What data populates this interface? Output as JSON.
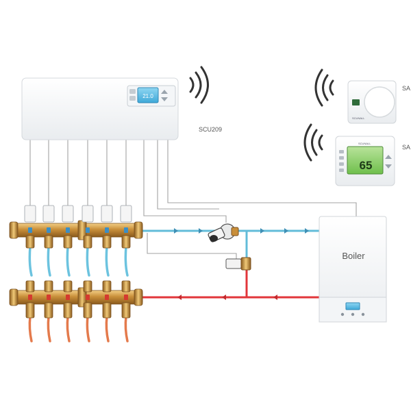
{
  "controller": {
    "label": "SCU209",
    "display_text": "21.0"
  },
  "thermostat_dial": {
    "label": "SA",
    "brand": "SCUNALL"
  },
  "thermostat_digital": {
    "label": "SA",
    "display_value": "65",
    "brand": "SCUNALL"
  },
  "boiler": {
    "label": "Boiler"
  },
  "colors": {
    "supply_pipe": "#e2363a",
    "return_pipe": "#62bcd9",
    "brass": "#c98f3a",
    "wire": "#9a9a9a",
    "floor_pipe_hot": "#e47a4c",
    "floor_pipe_cold": "#6cc3df"
  }
}
